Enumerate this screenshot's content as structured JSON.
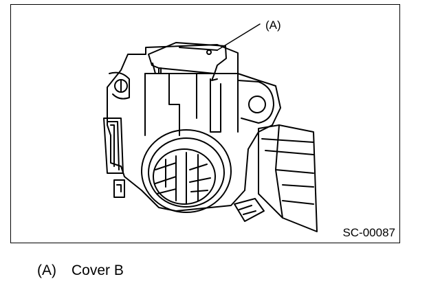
{
  "figure": {
    "callout": "(A)",
    "code": "SC-00087"
  },
  "legend": [
    {
      "key": "(A)",
      "text": "Cover B"
    }
  ]
}
